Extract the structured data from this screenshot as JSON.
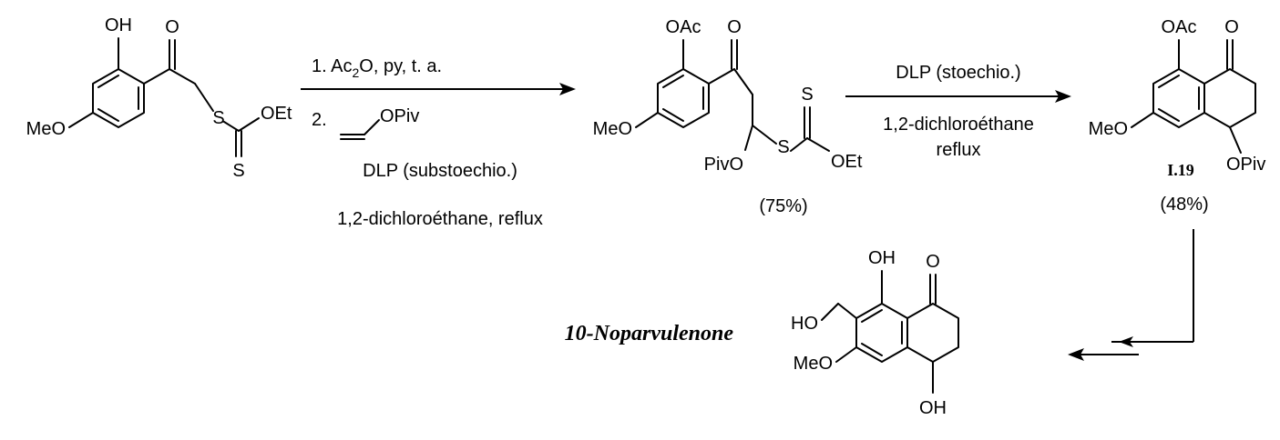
{
  "reagents": {
    "step1_line1_pre": "1. Ac",
    "step1_line1_sub": "2",
    "step1_line1_post": "O, py, t. a.",
    "step1_line2": "2.",
    "step1_line2_group": "OPiv",
    "step1_line3": "DLP (substoechio.)",
    "step1_line4": "1,2-dichloroéthane, reflux",
    "step2_line1": "DLP (stoechio.)",
    "step2_line2": "1,2-dichloroéthane",
    "step2_line3": "reflux"
  },
  "compounds": {
    "start": {
      "oh": "OH",
      "o": "O",
      "meo": "MeO",
      "s1": "S",
      "oet": "OEt",
      "s2": "S"
    },
    "intermediate": {
      "oac": "OAc",
      "o": "O",
      "meo": "MeO",
      "s2": "S",
      "s1": "S",
      "oet": "OEt",
      "opiv": "PivO",
      "yield": "(75%)"
    },
    "i19": {
      "oac": "OAc",
      "o": "O",
      "meo": "MeO",
      "opiv": "OPiv",
      "code": "I.19",
      "yield": "(48%)"
    },
    "product": {
      "oh": "OH",
      "o": "O",
      "ho": "HO",
      "meo": "MeO",
      "oh2": "OH",
      "name": "10-Noparvulenone"
    }
  }
}
